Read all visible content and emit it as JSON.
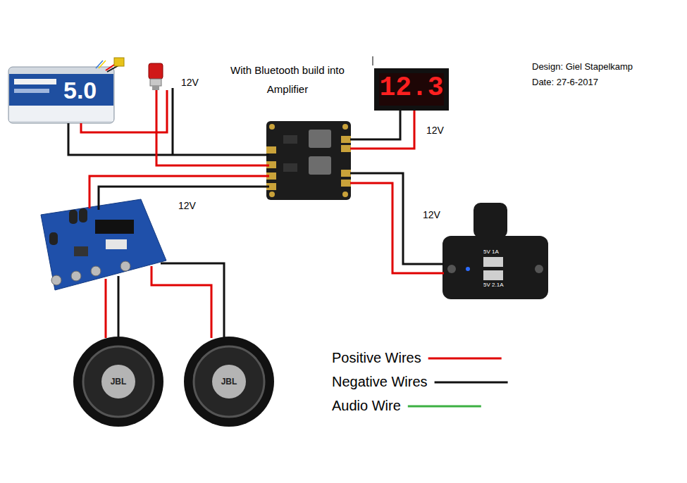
{
  "diagram": {
    "labels": [
      "With Bluetooth build into Amplifier",
      "Design: Giel Stapelkamp",
      "Date: 27-6-2017",
      "12V",
      "12V",
      "12V",
      "12V",
      "12.3",
      "5.0",
      "5V 1A",
      "5V 2.1A",
      "JBL",
      "JBL"
    ],
    "legend": [
      {
        "text": "Positive Wires"
      },
      {
        "text": "Negative Wires"
      },
      {
        "text": "Audio Wire"
      }
    ]
  }
}
